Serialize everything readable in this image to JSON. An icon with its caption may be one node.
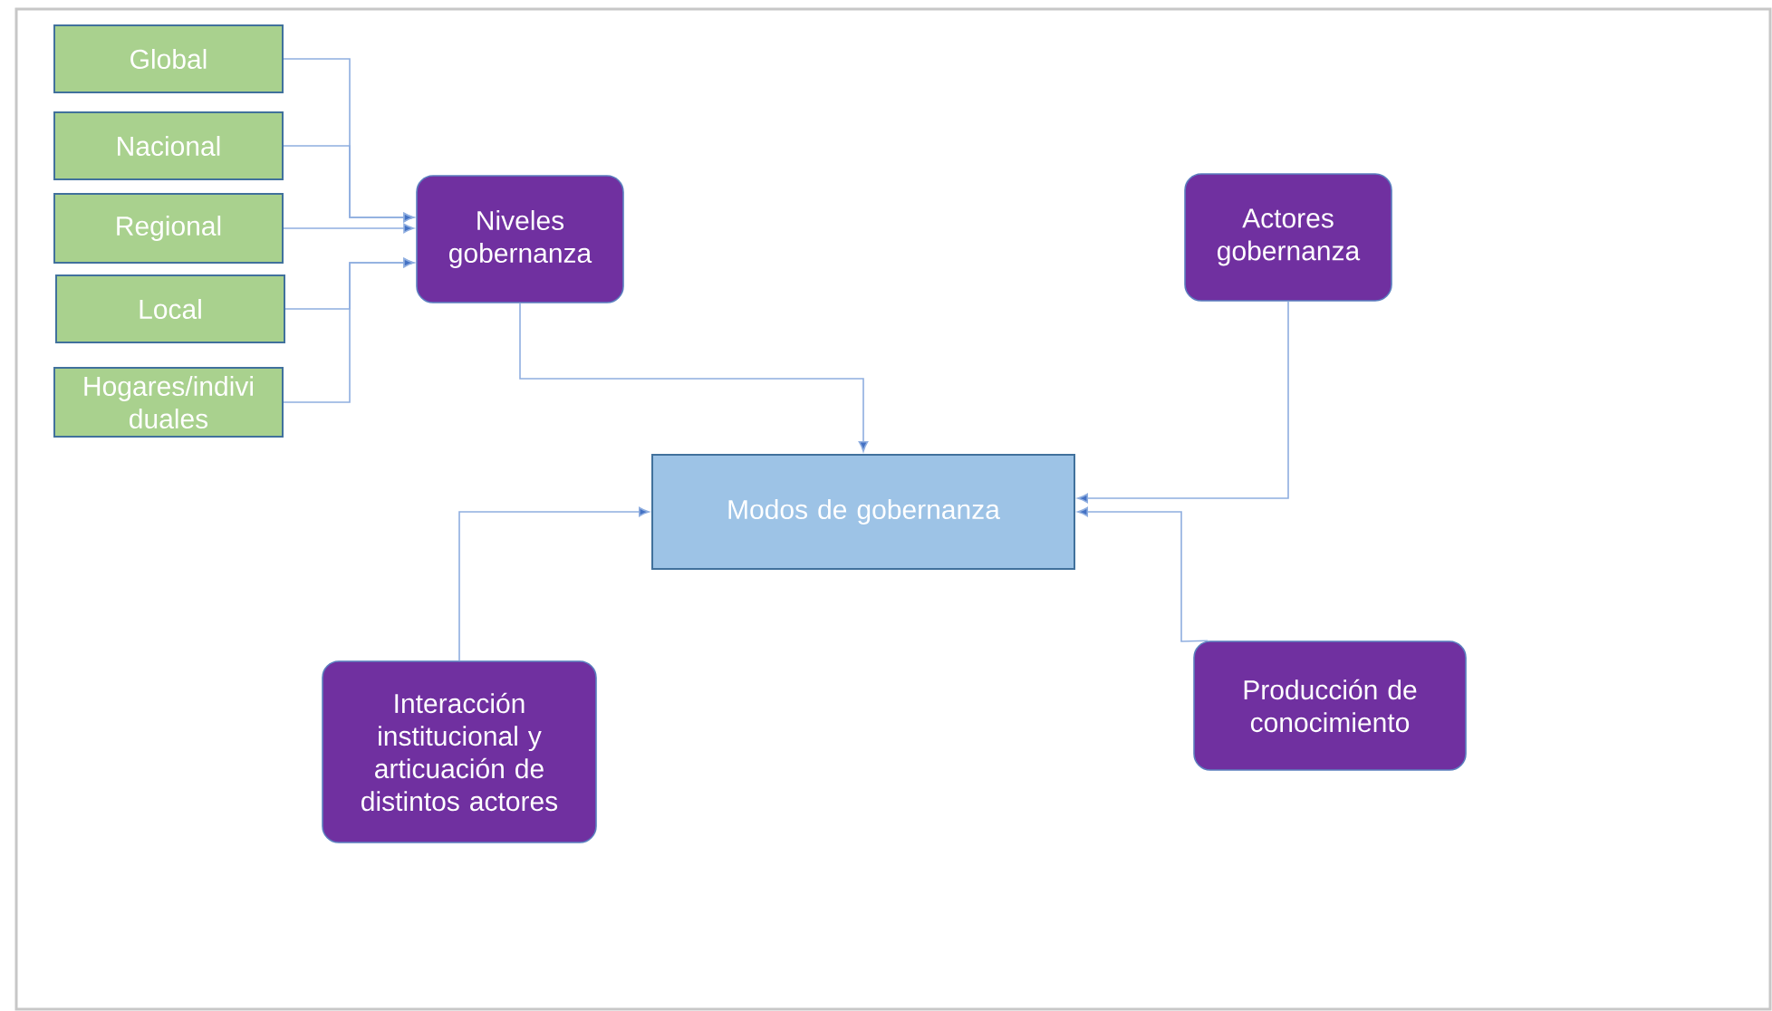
{
  "diagram": {
    "nodes": [
      {
        "text": [
          "Global"
        ]
      },
      {
        "text": [
          "Nacional"
        ]
      },
      {
        "text": [
          "Regional"
        ]
      },
      {
        "text": [
          "Local"
        ]
      },
      {
        "text": [
          "Hogares/indivi duales"
        ]
      },
      {
        "text": [
          "Niveles gobernanza"
        ]
      },
      {
        "text": [
          "Actores gobernanza"
        ]
      },
      {
        "text": [
          "Modos de gobernanza"
        ]
      },
      {
        "text": [
          "Interacción institucional y articuación de distintos actores"
        ]
      },
      {
        "text": [
          "Producción de conocimiento"
        ]
      }
    ],
    "edges": [
      {
        "from": 0,
        "to": 5,
        "arrow": "to"
      },
      {
        "from": 1,
        "to": 5,
        "arrow": "to"
      },
      {
        "from": 2,
        "to": 5,
        "arrow": "to"
      },
      {
        "from": 3,
        "to": 5,
        "arrow": "to"
      },
      {
        "from": 4,
        "to": 5,
        "arrow": "to"
      },
      {
        "from": 5,
        "to": 7,
        "arrow": "to"
      },
      {
        "from": 6,
        "to": 7,
        "arrow": "to"
      },
      {
        "from": 9,
        "to": 7,
        "arrow": "to"
      },
      {
        "from": 8,
        "to": 7,
        "arrow": "to"
      }
    ]
  }
}
